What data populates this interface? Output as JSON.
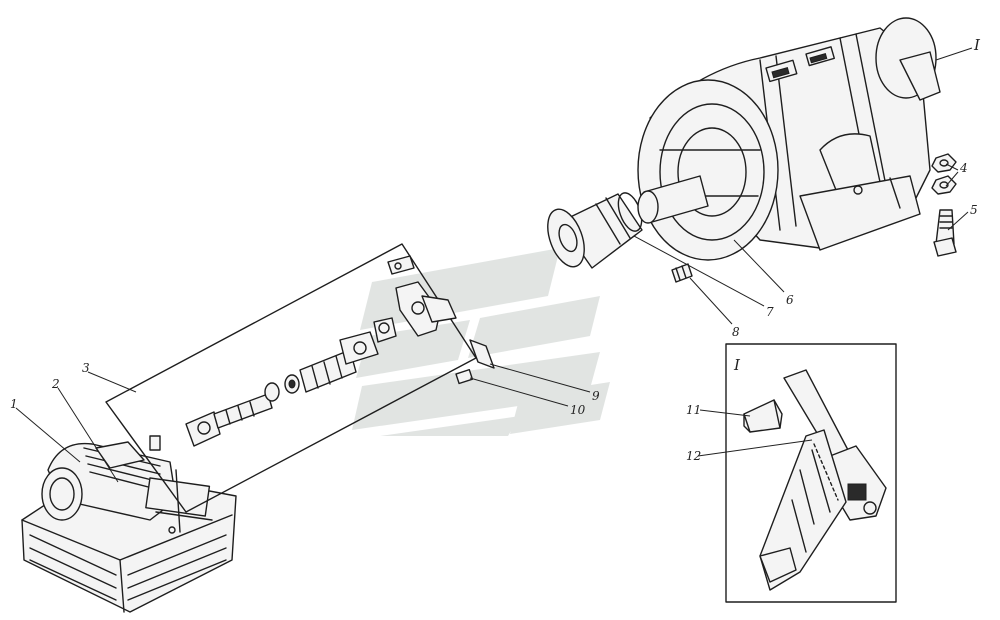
{
  "callouts": {
    "c1": "1",
    "c2": "2",
    "c3": "3",
    "c4": "4",
    "c5": "5",
    "c6": "6",
    "c7": "7",
    "c8": "8",
    "c9": "9",
    "c10": "10",
    "c11": "11",
    "c12": "12"
  },
  "detail_markers": {
    "top": "I",
    "inset": "I"
  },
  "colors": {
    "ink": "#1e1e1e",
    "watermark": "#d3d8d6"
  }
}
